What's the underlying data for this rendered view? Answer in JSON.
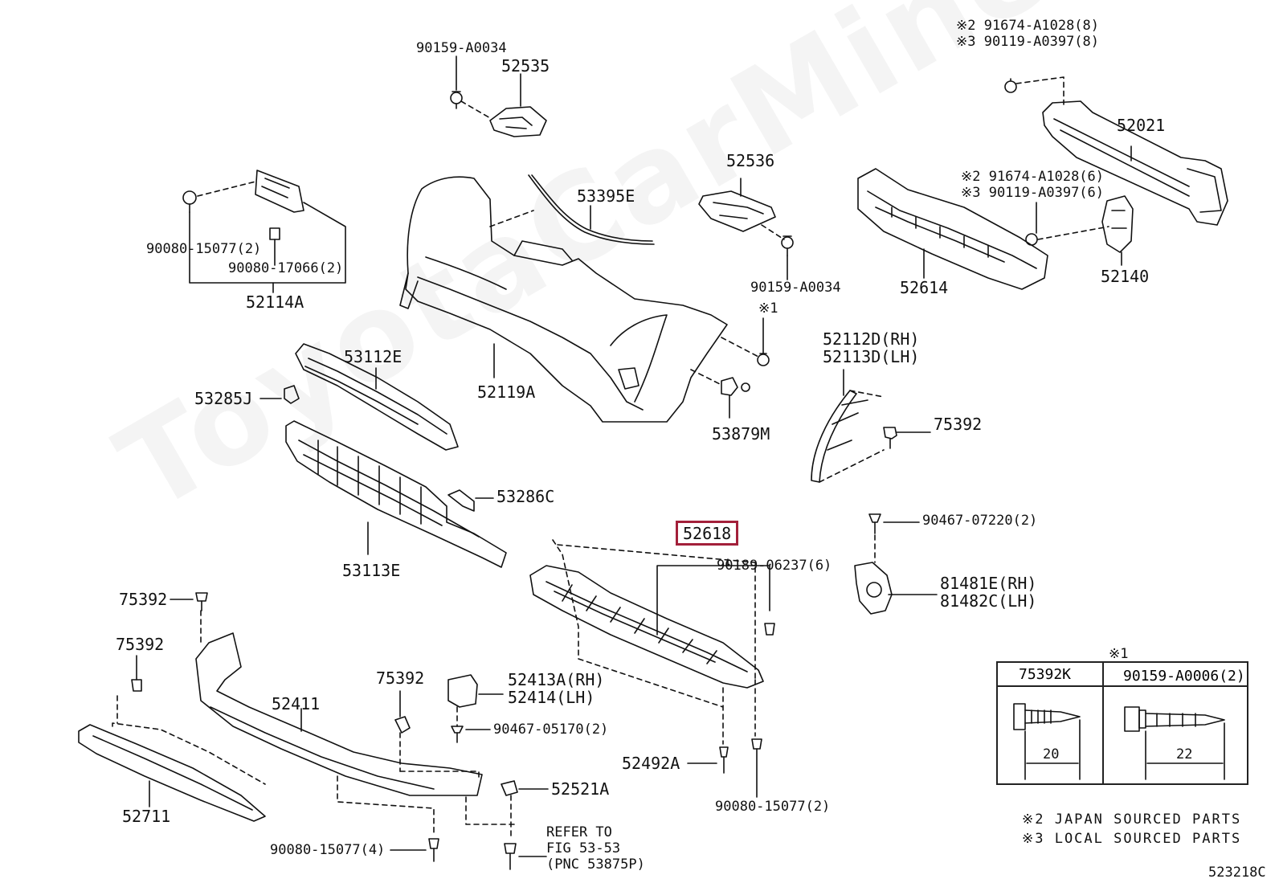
{
  "watermark": "ToyotaCarMine.ru",
  "diagram_code": "523218C",
  "highlight_color": "#a3203a",
  "labels": {
    "l90159_top": "90159-A0034",
    "l52535": "52535",
    "l91674_8": "※2 91674-A1028(8)",
    "l90119_8": "※3 90119-A0397(8)",
    "l52021": "52021",
    "l91674_6": "※2 91674-A1028(6)",
    "l90119_6": "※3 90119-A0397(6)",
    "l52140": "52140",
    "l52614": "52614",
    "l52536": "52536",
    "l90159_mid": "90159-A0034",
    "l53395e": "53395E",
    "l90080_15077_2a": "90080-15077(2)",
    "l90080_17066": "90080-17066(2)",
    "l52114a": "52114A",
    "lref1": "※1",
    "l52112d": "52112D(RH)",
    "l52113d": "52113D(LH)",
    "l53112e": "53112E",
    "l53285j": "53285J",
    "l52119a": "52119A",
    "l53879m": "53879M",
    "l75392_r": "75392",
    "l53286c": "53286C",
    "l52618": "52618",
    "l90467_07220": "90467-07220(2)",
    "l90189": "90189-06237(6)",
    "l81481e": "81481E(RH)",
    "l81482c": "81482C(LH)",
    "l53113e": "53113E",
    "l75392_a": "75392",
    "l75392_b": "75392",
    "l75392_c": "75392",
    "l52413a": "52413A(RH)",
    "l52414": "52414(LH)",
    "l52411": "52411",
    "l90467_05170": "90467-05170(2)",
    "l52492a": "52492A",
    "l52521a": "52521A",
    "l90080_15077_2b": "90080-15077(2)",
    "l52711": "52711",
    "l90080_15077_4": "90080-15077(4)",
    "lrefer1": "REFER TO",
    "lrefer2": "FIG 53-53",
    "lrefer3": "(PNC 53875P)"
  },
  "table": {
    "ref": "※1",
    "col1": "75392K",
    "col2": "90159-A0006(2)",
    "dim1": "20",
    "dim2": "22"
  },
  "notes": {
    "n2": "※2 JAPAN SOURCED PARTS",
    "n3": "※3 LOCAL SOURCED PARTS"
  }
}
